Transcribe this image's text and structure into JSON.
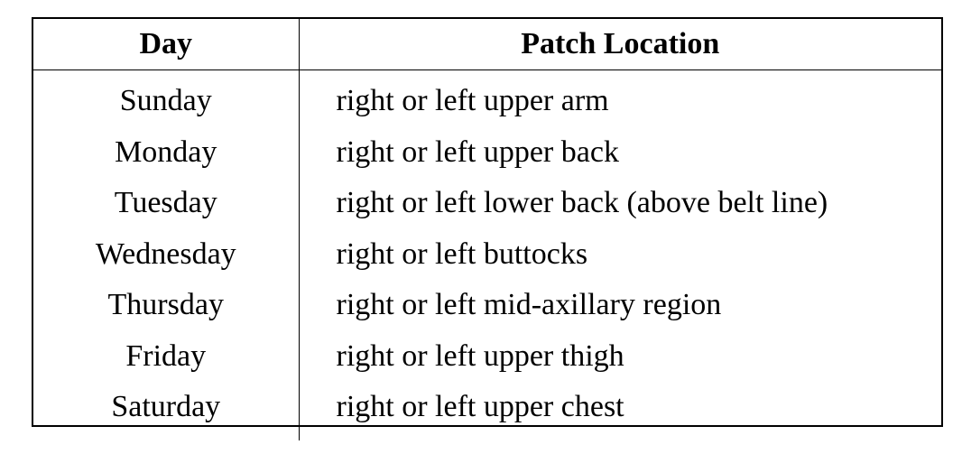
{
  "table": {
    "headers": {
      "day": "Day",
      "location": "Patch Location"
    },
    "rows": [
      {
        "day": "Sunday",
        "location": "right or left upper arm"
      },
      {
        "day": "Monday",
        "location": "right or left upper back"
      },
      {
        "day": "Tuesday",
        "location": "right or left lower back (above belt line)"
      },
      {
        "day": "Wednesday",
        "location": "right or left buttocks"
      },
      {
        "day": "Thursday",
        "location": "right or left mid-axillary region"
      },
      {
        "day": "Friday",
        "location": "right or left upper thigh"
      },
      {
        "day": "Saturday",
        "location": "right or left upper chest"
      }
    ]
  }
}
